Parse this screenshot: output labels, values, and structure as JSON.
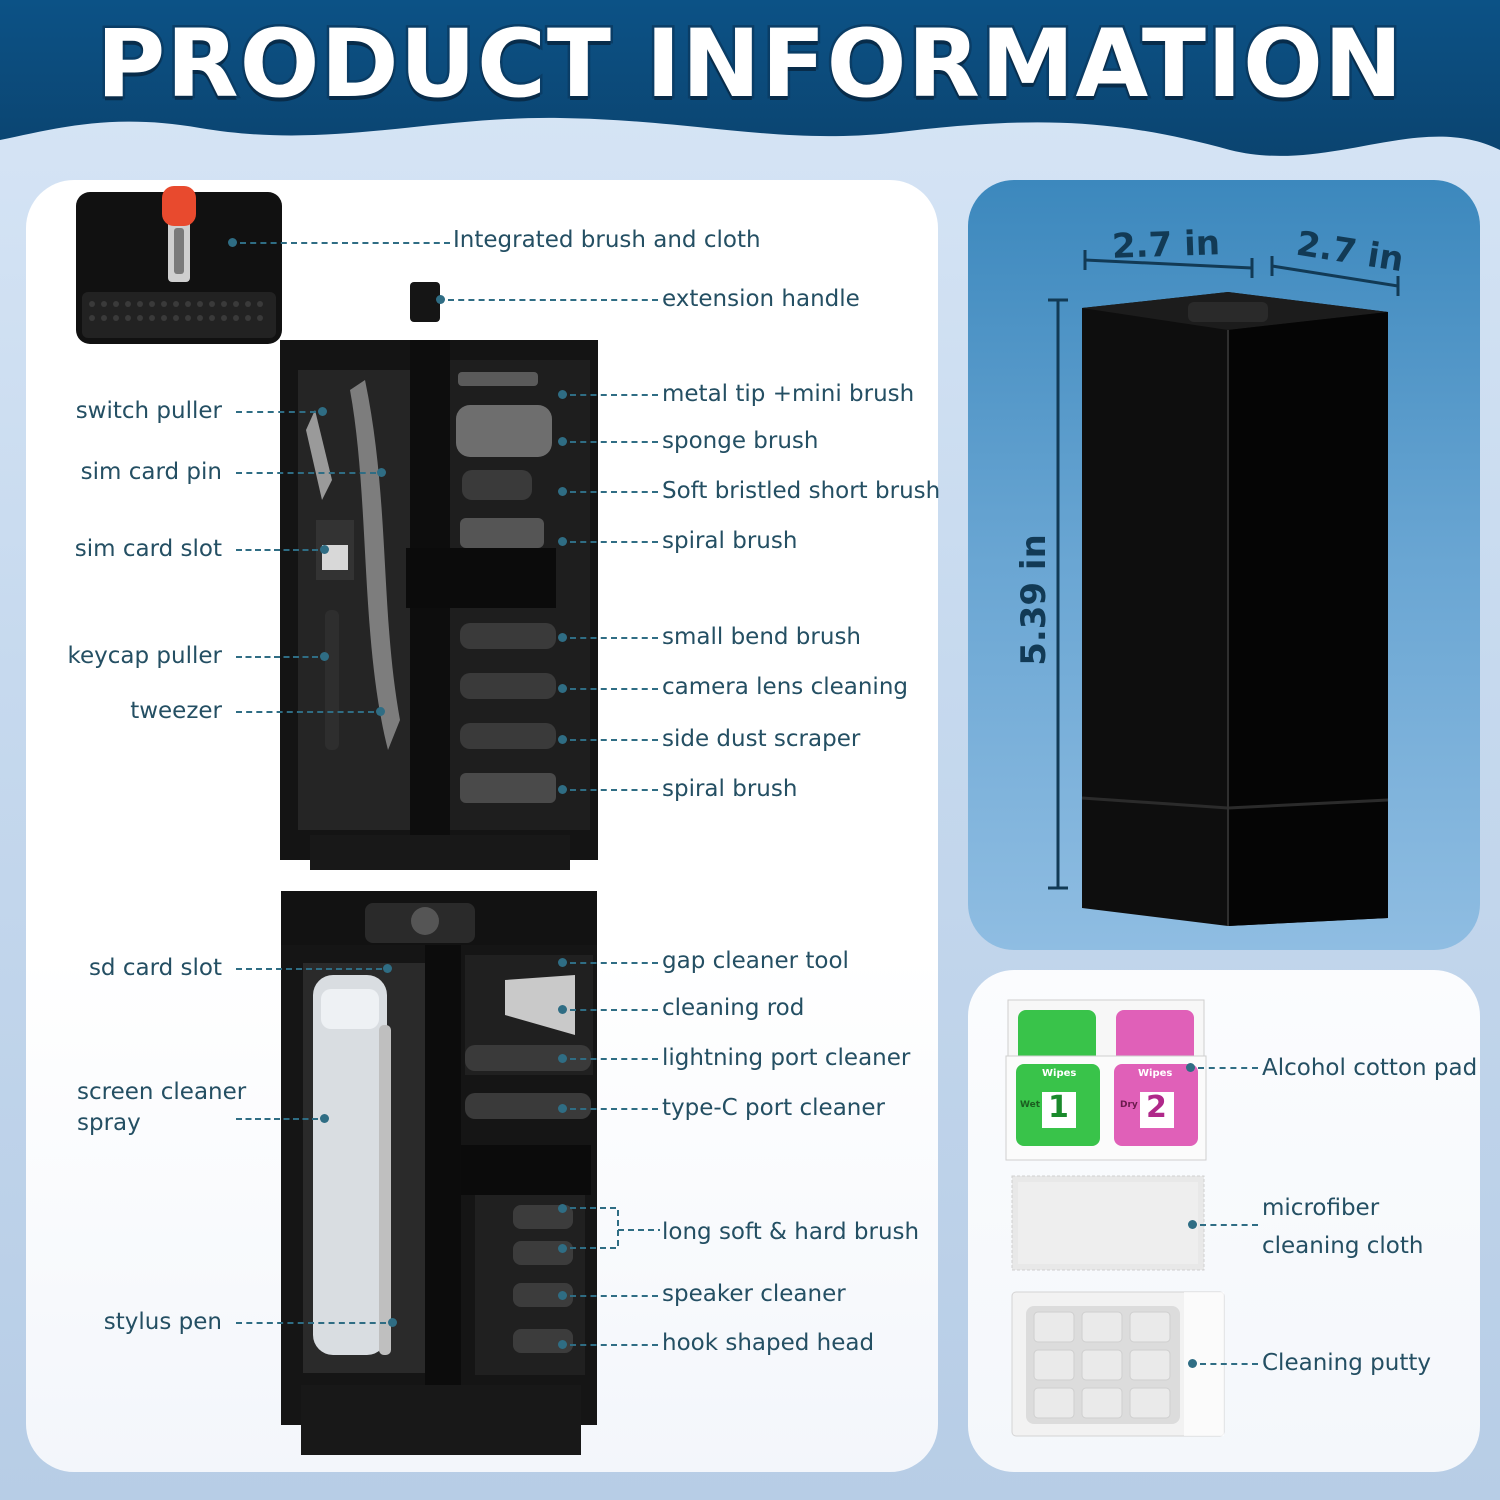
{
  "header": {
    "title": "PRODUCT INFORMATION"
  },
  "colors": {
    "header_blue": "#0a4a7c",
    "accent_dark": "#0a3d66",
    "panel_blue": "#5c9ccc",
    "red_cap": "#e84a2e"
  },
  "top_case": {
    "right_labels": {
      "integrated": "Integrated brush and cloth",
      "extension": "extension handle",
      "metal_tip": "metal tip +mini brush",
      "sponge": "sponge brush",
      "soft_short": "Soft bristled short brush",
      "spiral1": "spiral brush",
      "small_bend": "small bend brush",
      "camera_lens": "camera lens cleaning",
      "side_scraper": "side dust scraper",
      "spiral2": "spiral brush"
    },
    "left_labels": {
      "switch_puller": "switch puller",
      "sim_pin": "sim card pin",
      "sim_slot": "sim card slot",
      "keycap_puller": "keycap puller",
      "tweezer": "tweezer"
    }
  },
  "bottom_case": {
    "right_labels": {
      "gap_cleaner": "gap cleaner tool",
      "cleaning_rod": "cleaning rod",
      "lightning": "lightning port cleaner",
      "typec": "type-C port cleaner",
      "long_brush": "long soft & hard brush",
      "speaker": "speaker cleaner",
      "hook": "hook shaped head"
    },
    "left_labels": {
      "sd_slot": "sd card slot",
      "spray_line1": "screen cleaner",
      "spray_line2": "spray",
      "stylus": "stylus pen"
    }
  },
  "dimensions": {
    "width": "2.7 in",
    "depth": "2.7 in",
    "height": "5.39 in"
  },
  "accessories": {
    "pad": "Alcohol cotton pad",
    "cloth_line1": "microfiber",
    "cloth_line2": "cleaning cloth",
    "putty": "Cleaning putty",
    "wipes_word": "Wipes",
    "wet_label": "Wet",
    "dry_label": "Dry",
    "num1": "1",
    "num2": "2"
  }
}
